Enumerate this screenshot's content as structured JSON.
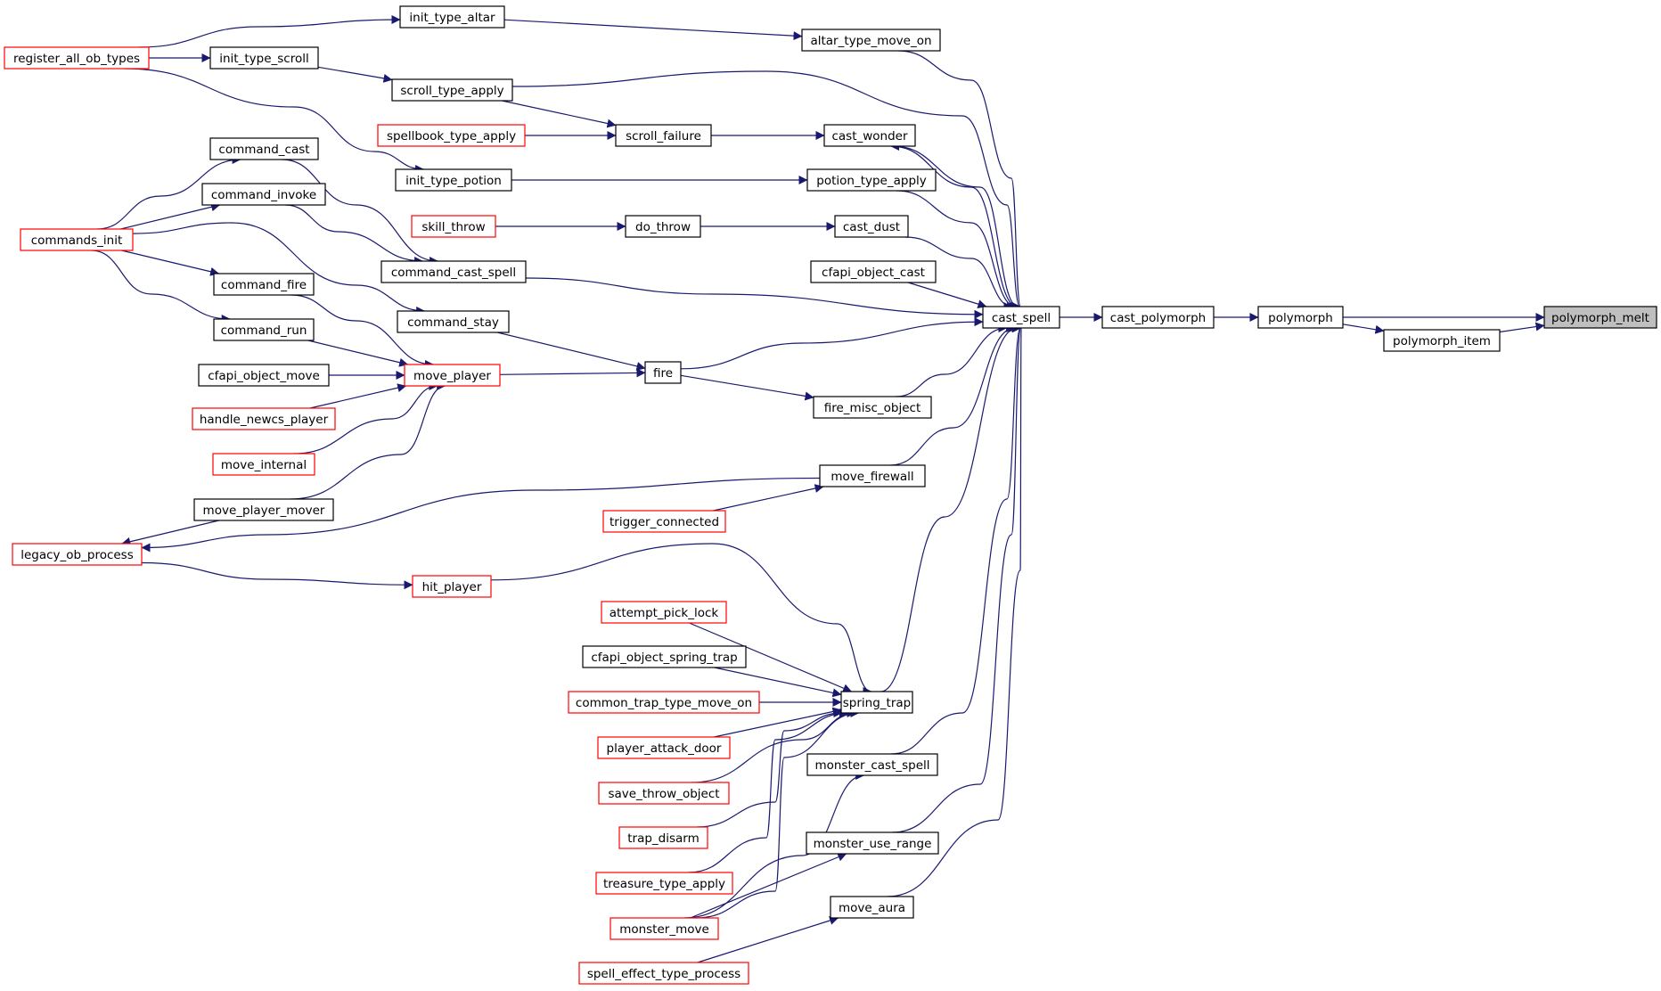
{
  "colors": {
    "edge": "#191970",
    "node_border": "#000000",
    "truncated_border": "#ff0000",
    "focus_fill": "#bfbfbf"
  },
  "nodes": {
    "polymorph_melt": "polymorph_melt",
    "polymorph": "polymorph",
    "polymorph_item": "polymorph_item",
    "cast_polymorph": "cast_polymorph",
    "cast_spell": "cast_spell",
    "altar_type_move_on": "altar_type_move_on",
    "init_type_altar": "init_type_altar",
    "register_all_ob_types": "register_all_ob_types",
    "init_type_scroll": "init_type_scroll",
    "scroll_type_apply": "scroll_type_apply",
    "scroll_failure": "scroll_failure",
    "spellbook_type_apply": "spellbook_type_apply",
    "cast_wonder": "cast_wonder",
    "command_cast": "command_cast",
    "init_type_potion": "init_type_potion",
    "potion_type_apply": "potion_type_apply",
    "command_invoke": "command_invoke",
    "skill_throw": "skill_throw",
    "do_throw": "do_throw",
    "cast_dust": "cast_dust",
    "commands_init": "commands_init",
    "command_cast_spell": "command_cast_spell",
    "cfapi_object_cast": "cfapi_object_cast",
    "command_fire": "command_fire",
    "command_stay": "command_stay",
    "command_run": "command_run",
    "cfapi_object_move": "cfapi_object_move",
    "move_player": "move_player",
    "fire": "fire",
    "fire_misc_object": "fire_misc_object",
    "handle_newcs_player": "handle_newcs_player",
    "move_internal": "move_internal",
    "move_firewall": "move_firewall",
    "move_player_mover": "move_player_mover",
    "trigger_connected": "trigger_connected",
    "legacy_ob_process": "legacy_ob_process",
    "hit_player": "hit_player",
    "attempt_pick_lock": "attempt_pick_lock",
    "cfapi_object_spring_trap": "cfapi_object_spring_trap",
    "common_trap_type_move_on": "common_trap_type_move_on",
    "spring_trap": "spring_trap",
    "player_attack_door": "player_attack_door",
    "monster_cast_spell": "monster_cast_spell",
    "save_throw_object": "save_throw_object",
    "trap_disarm": "trap_disarm",
    "monster_use_range": "monster_use_range",
    "treasure_type_apply": "treasure_type_apply",
    "monster_move": "monster_move",
    "move_aura": "move_aura",
    "spell_effect_type_process": "spell_effect_type_process"
  }
}
